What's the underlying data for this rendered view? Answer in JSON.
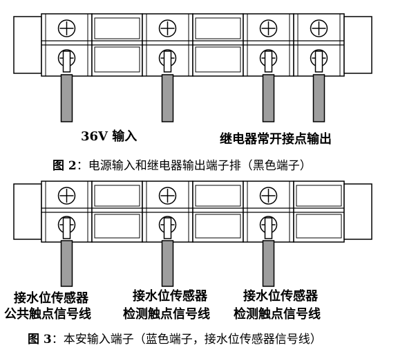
{
  "figure2": {
    "labels": {
      "input_36v": "36V 输入",
      "relay_output": "继电器常开接点输出"
    },
    "caption": {
      "prefix": "图 2",
      "text": "：电源输入和继电器输出端子排（黑色端子）"
    },
    "modules": [
      {
        "kind": "end"
      },
      {
        "kind": "terminal",
        "wire": true
      },
      {
        "kind": "blank"
      },
      {
        "kind": "terminal",
        "wire": true
      },
      {
        "kind": "blank"
      },
      {
        "kind": "terminal",
        "wire": true
      },
      {
        "kind": "terminal",
        "wire": true
      },
      {
        "kind": "end"
      }
    ]
  },
  "figure3": {
    "labels": {
      "sensor1_line1": "接水位传感器",
      "sensor1_line2": "公共触点信号线",
      "sensor2_line1": "接水位传感器",
      "sensor2_line2": "检测触点信号线",
      "sensor3_line1": "接水位传感器",
      "sensor3_line2": "检测触点信号线"
    },
    "caption": {
      "prefix": "图 3",
      "text": "：本安输入端子（蓝色端子，接水位传感器信号线）"
    },
    "modules": [
      {
        "kind": "end"
      },
      {
        "kind": "terminal",
        "wire": true
      },
      {
        "kind": "blank"
      },
      {
        "kind": "terminal",
        "wire": true
      },
      {
        "kind": "blank"
      },
      {
        "kind": "terminal",
        "wire": true
      },
      {
        "kind": "blank"
      },
      {
        "kind": "end"
      }
    ]
  },
  "colors": {
    "stroke": "#000000",
    "wire_fill": "#9e9e9e",
    "background": "#ffffff"
  }
}
